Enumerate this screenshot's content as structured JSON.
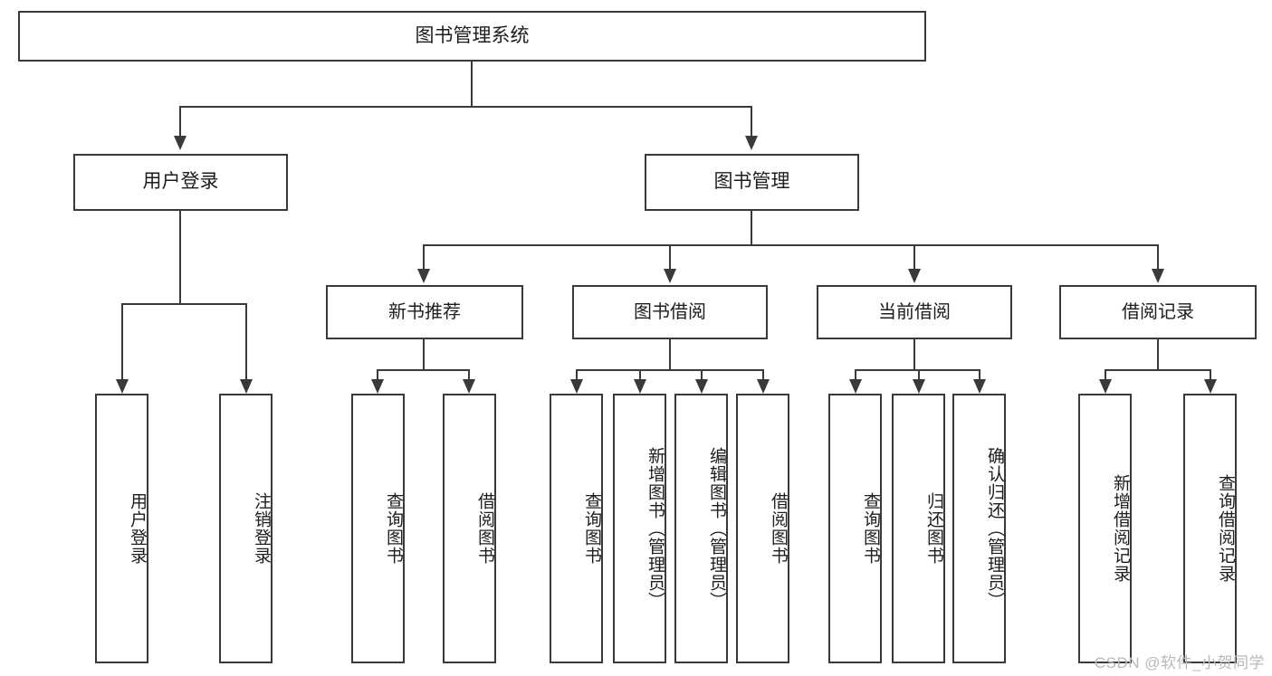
{
  "diagram": {
    "title": "图书管理系统",
    "root": {
      "label": "图书管理系统"
    },
    "level1": [
      {
        "label": "用户登录"
      },
      {
        "label": "图书管理"
      }
    ],
    "level2": [
      {
        "label": "新书推荐"
      },
      {
        "label": "图书借阅"
      },
      {
        "label": "当前借阅"
      },
      {
        "label": "借阅记录"
      }
    ],
    "leaves": {
      "user_login": [
        {
          "label": "用户登录"
        },
        {
          "label": "注销登录"
        }
      ],
      "new_book_recommend": [
        {
          "label": "查询图书"
        },
        {
          "label": "借阅图书"
        }
      ],
      "book_borrow": [
        {
          "label": "查询图书"
        },
        {
          "label": "新增图书（管理员）"
        },
        {
          "label": "编辑图书（管理员）"
        },
        {
          "label": "借阅图书"
        }
      ],
      "current_borrow": [
        {
          "label": "查询图书"
        },
        {
          "label": "归还图书"
        },
        {
          "label": "确认归还（管理员）"
        }
      ],
      "borrow_record": [
        {
          "label": "新增借阅记录"
        },
        {
          "label": "查询借阅记录"
        }
      ]
    }
  },
  "watermark": {
    "text": "CSDN @软件_小贺同学"
  },
  "colors": {
    "stroke": "#3a3a3a",
    "text": "#1d1d1d",
    "background": "#ffffff",
    "watermark": "#b9b9b9"
  }
}
